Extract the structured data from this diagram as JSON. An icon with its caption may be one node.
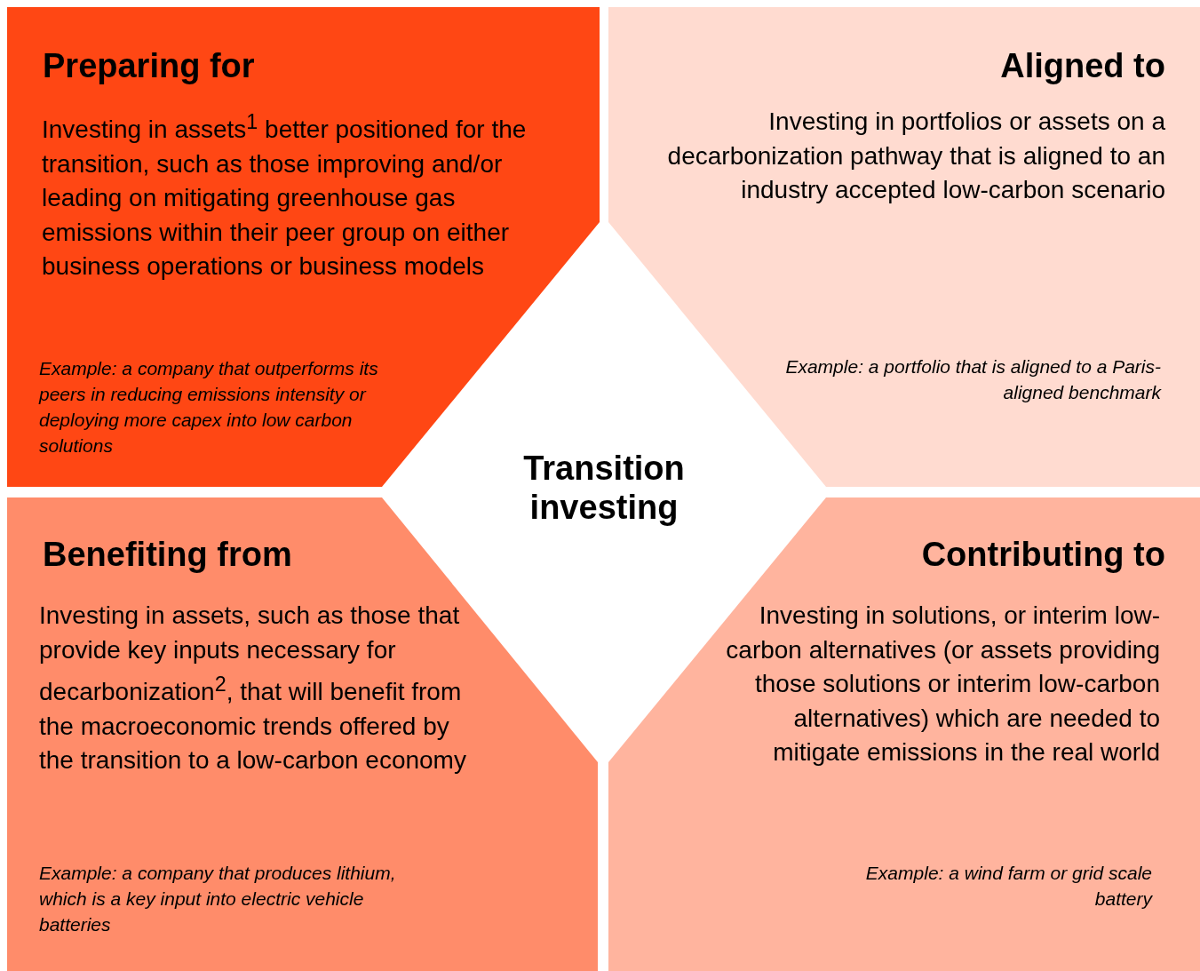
{
  "diagram": {
    "nodes": [
      {
        "text": [
          "Preparing for",
          "Investing in assets$^{1}$ better positioned for the transition, such as those improving and/or leading on mitigating greenhouse gas emissions within their peer group on either business operations or business models",
          "Example: a company that outperforms its peers in reducing emissions intensity or deploying more capex into low carbon solutions"
        ]
      },
      {
        "text": [
          "Aligned to",
          "Investing in portfolios or assets on a decarbonization pathway that is aligned to an industry accepted low-carbon scenario",
          "Example: a portfolio that is aligned to a Paris-aligned benchmark"
        ]
      },
      {
        "text": [
          "Transition investing"
        ]
      },
      {
        "text": [
          "Benefiting from",
          "Investing in assets, such as those that provide key inputs necessary for decarbonization$^{2}$, that will benefit from the macroeconomic trends offered by the transition to a low-carbon economy",
          "Example: a company that produces lithium, which is a key input into electric vehicle batteries"
        ]
      },
      {
        "text": [
          "Contributing to",
          "Investing in solutions, or interim low-carbon alternatives (or assets providing those solutions or interim low-carbon alternatives) which are needed to mitigate emissions in the real world",
          "Example: a wind farm or grid scale battery"
        ]
      }
    ],
    "edges": []
  }
}
